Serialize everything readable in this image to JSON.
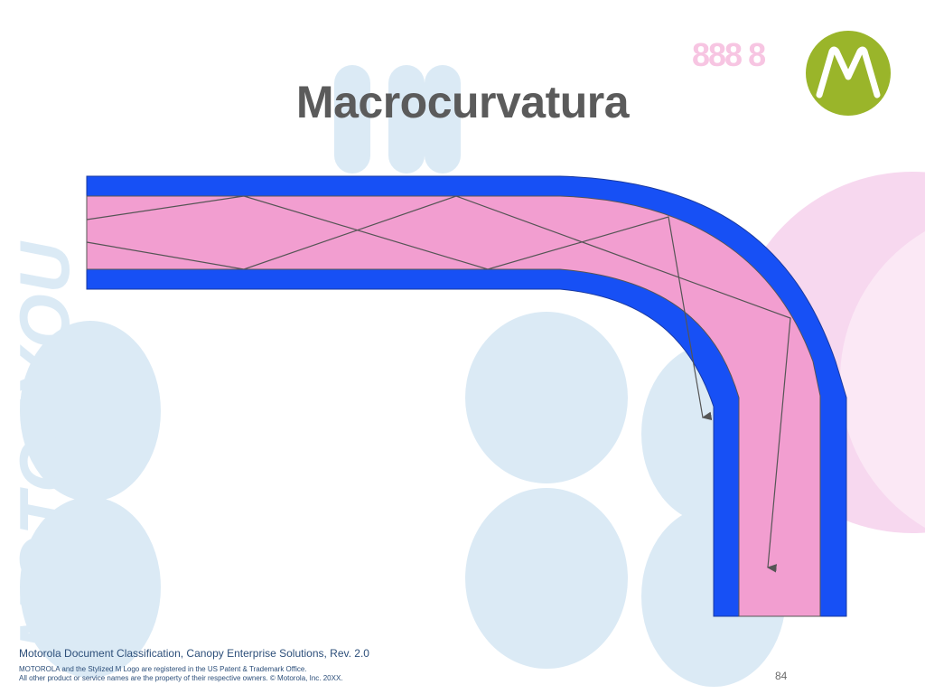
{
  "slide": {
    "title": "Macrocurvatura",
    "brand_watermark": "MOTO4YOU",
    "deco_glyphs": "888 8",
    "footer": {
      "classification": "Motorola Document Classification, Canopy Enterprise Solutions, Rev. 2.0",
      "trademark": "MOTOROLA and the Stylized M Logo are registered in the US Patent & Trademark Office.",
      "copyright": "All other product or service names are the property of their respective owners. © Motorola, Inc. 20XX."
    },
    "page_number": "84"
  },
  "colors": {
    "cladding": "#1750f5",
    "core": "#f29ed0",
    "ray": "#555555",
    "title": "#5b5b5b",
    "logo_green": "#9ab52a",
    "bg_blue": "#dbeaf5",
    "bg_pink": "#f7d8ef"
  },
  "icons": [
    "motorola-logo-icon"
  ]
}
